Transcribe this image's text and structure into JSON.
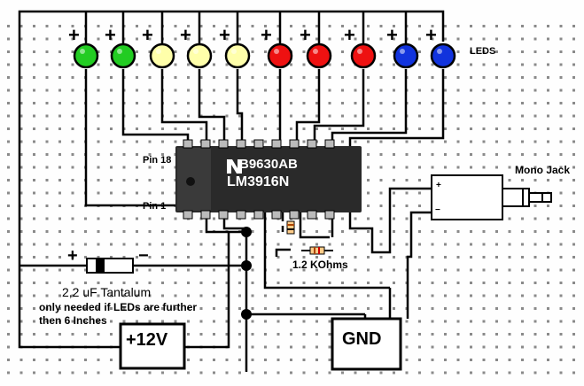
{
  "labels": {
    "leds": "LEDS",
    "pin18": "Pin 18",
    "pin1": "Pin 1",
    "chip_line1": "B9630AB",
    "chip_line2": "LM3916N",
    "mono_jack": "Mono Jack",
    "jack_plus": "+",
    "jack_minus": "−",
    "resistor": "1.2 KOhms",
    "cap_title": "2,2 uF Tantalum",
    "cap_note_1": "only needed if LEDs are further",
    "cap_note_2": "then 6 Inches",
    "supply": "+12V",
    "ground": "GND",
    "cap_plus": "+",
    "cap_minus": "−",
    "led_plus": "+"
  },
  "led_colors": [
    "#22cc22",
    "#22cc22",
    "#ffffaa",
    "#ffffaa",
    "#ffffaa",
    "#ee1111",
    "#ee1111",
    "#ee1111",
    "#1133dd",
    "#1133dd"
  ],
  "colors": {
    "breadboard_hole": "#8a8a8a",
    "chip": "#2a2a2a",
    "wire": "#000000"
  },
  "icons": {
    "chip_logo": "national-semiconductor-logo-icon",
    "ground_node": "junction-dot-icon"
  }
}
